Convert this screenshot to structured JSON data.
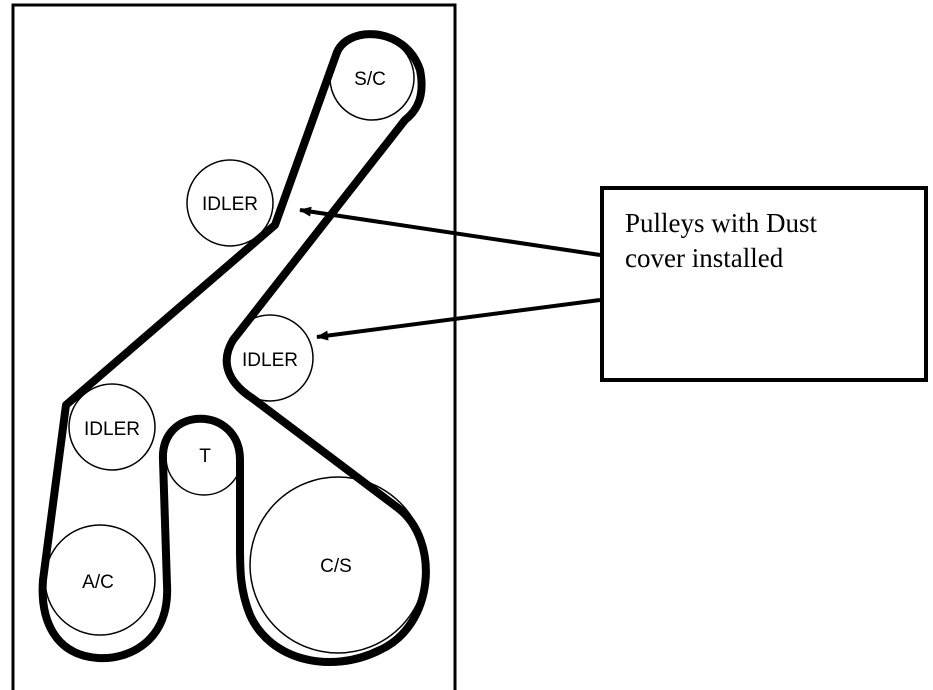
{
  "diagram": {
    "pulleys": {
      "sc": "S/C",
      "idler_upper": "IDLER",
      "idler_middle": "IDLER",
      "idler_lower": "IDLER",
      "tensioner": "T",
      "ac": "A/C",
      "cs": "C/S"
    },
    "callout": {
      "line1": "Pulleys with Dust",
      "line2": "cover installed"
    },
    "colors": {
      "stroke": "#000000",
      "background": "#ffffff"
    }
  }
}
